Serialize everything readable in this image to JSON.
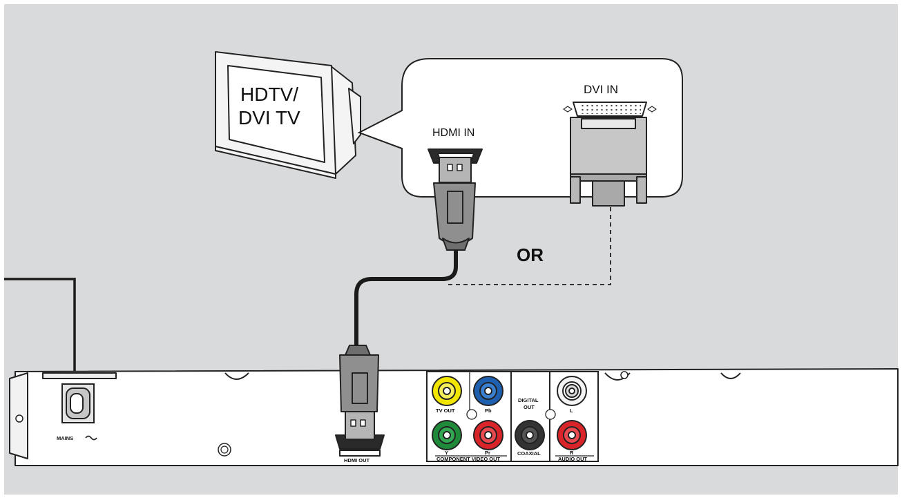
{
  "tv": {
    "label_line1": "HDTV/",
    "label_line2": "DVI TV"
  },
  "ports": {
    "hdmi_in": "HDMI IN",
    "dvi_in": "DVI IN"
  },
  "connector_choice": "OR",
  "player": {
    "mains": "MAINS",
    "hdmi_out": "HDMI OUT",
    "tv_out": "TV OUT",
    "pb": "Pb",
    "y": "Y",
    "pr": "Pr",
    "component_video_out": "COMPONENT VIDEO OUT",
    "digital_out_1": "DIGITAL",
    "digital_out_2": "OUT",
    "coaxial": "COAXIAL",
    "left": "L",
    "right": "R",
    "audio_out": "AUDIO OUT"
  },
  "colors": {
    "background": "#d9dadb",
    "jack_yellow": "#f2e600",
    "jack_blue": "#1f5fb0",
    "jack_green": "#1f8a3a",
    "jack_red": "#d9242a",
    "jack_black": "#333333",
    "jack_white": "#f4f4f4",
    "plug_gray": "#8f8f8f"
  }
}
